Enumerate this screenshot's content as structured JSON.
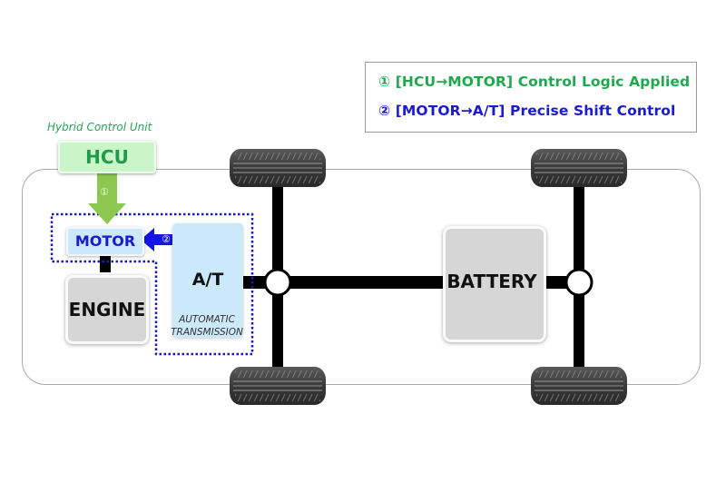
{
  "legend": {
    "item1": "① [HCU→MOTOR] Control Logic Applied",
    "item2": "② [MOTOR→A/T] Precise Shift Control",
    "item1_color": "#1fa84f",
    "item2_color": "#1a1ad0"
  },
  "hcu": {
    "caption": "Hybrid Control Unit",
    "label": "HCU",
    "arrow_marker": "①"
  },
  "powertrain": {
    "motor": "MOTOR",
    "arrow_marker": "②",
    "engine": "ENGINE",
    "transmission": "A/T",
    "transmission_caption_line1": "AUTOMATIC",
    "transmission_caption_line2": "TRANSMISSION"
  },
  "battery": {
    "label": "BATTERY"
  },
  "wheels": [
    {
      "name": "front-left"
    },
    {
      "name": "front-right"
    },
    {
      "name": "rear-left"
    },
    {
      "name": "rear-right"
    }
  ],
  "colors": {
    "hcu_green": "#1f9b4a",
    "arrow_green": "#8cc850",
    "motor_blue": "#1a1acc",
    "arrow_blue": "#1414e6",
    "dotted_blue": "#1a1ab8",
    "box_light_blue": "#cce8fb",
    "box_gray": "#d6d6d6"
  }
}
